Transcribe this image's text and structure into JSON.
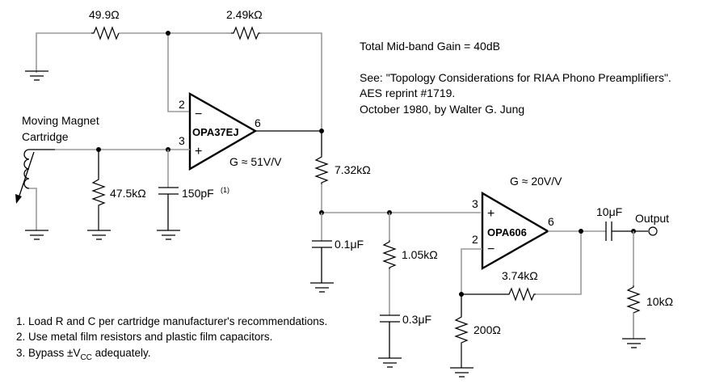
{
  "title_note": {
    "gain": "Total Mid-band Gain = 40dB",
    "reference_line1": "See: \"Topology Considerations for RIAA Phono Preamplifiers\".",
    "reference_line2": "AES reprint #1719.",
    "reference_line3": "October 1980, by Walter G. Jung"
  },
  "source": {
    "label_line1": "Moving Magnet",
    "label_line2": "Cartridge"
  },
  "stage1": {
    "opamp": "OPA37EJ",
    "gain": "G ≈ 51V/V",
    "pin_inv": "2",
    "pin_noninv": "3",
    "pin_out": "6",
    "minus": "−",
    "plus": "+"
  },
  "stage2": {
    "opamp": "OPA606",
    "gain": "G ≈ 20V/V",
    "pin_inv": "2",
    "pin_noninv": "3",
    "pin_out": "6",
    "minus": "−",
    "plus": "+"
  },
  "components": {
    "r_ground_fb": "49.9Ω",
    "r_fb1": "2.49kΩ",
    "r_load": "47.5kΩ",
    "c_load": "150pF",
    "c_load_note": "(1)",
    "r_series": "7.32kΩ",
    "c_shunt": "0.1μF",
    "r_riaa": "1.05kΩ",
    "c_riaa": "0.3μF",
    "r_fb2": "3.74kΩ",
    "r_gain2": "200Ω",
    "c_out": "10μF",
    "r_out": "10kΩ"
  },
  "output": {
    "label": "Output"
  },
  "notes": {
    "n1": "1. Load R and C per cartridge manufacturer's recommendations.",
    "n2": "2. Use metal film resistors and plastic film capacitors.",
    "n3_prefix": "3. Bypass ±V",
    "n3_sub": "CC",
    "n3_suffix": " adequately."
  }
}
